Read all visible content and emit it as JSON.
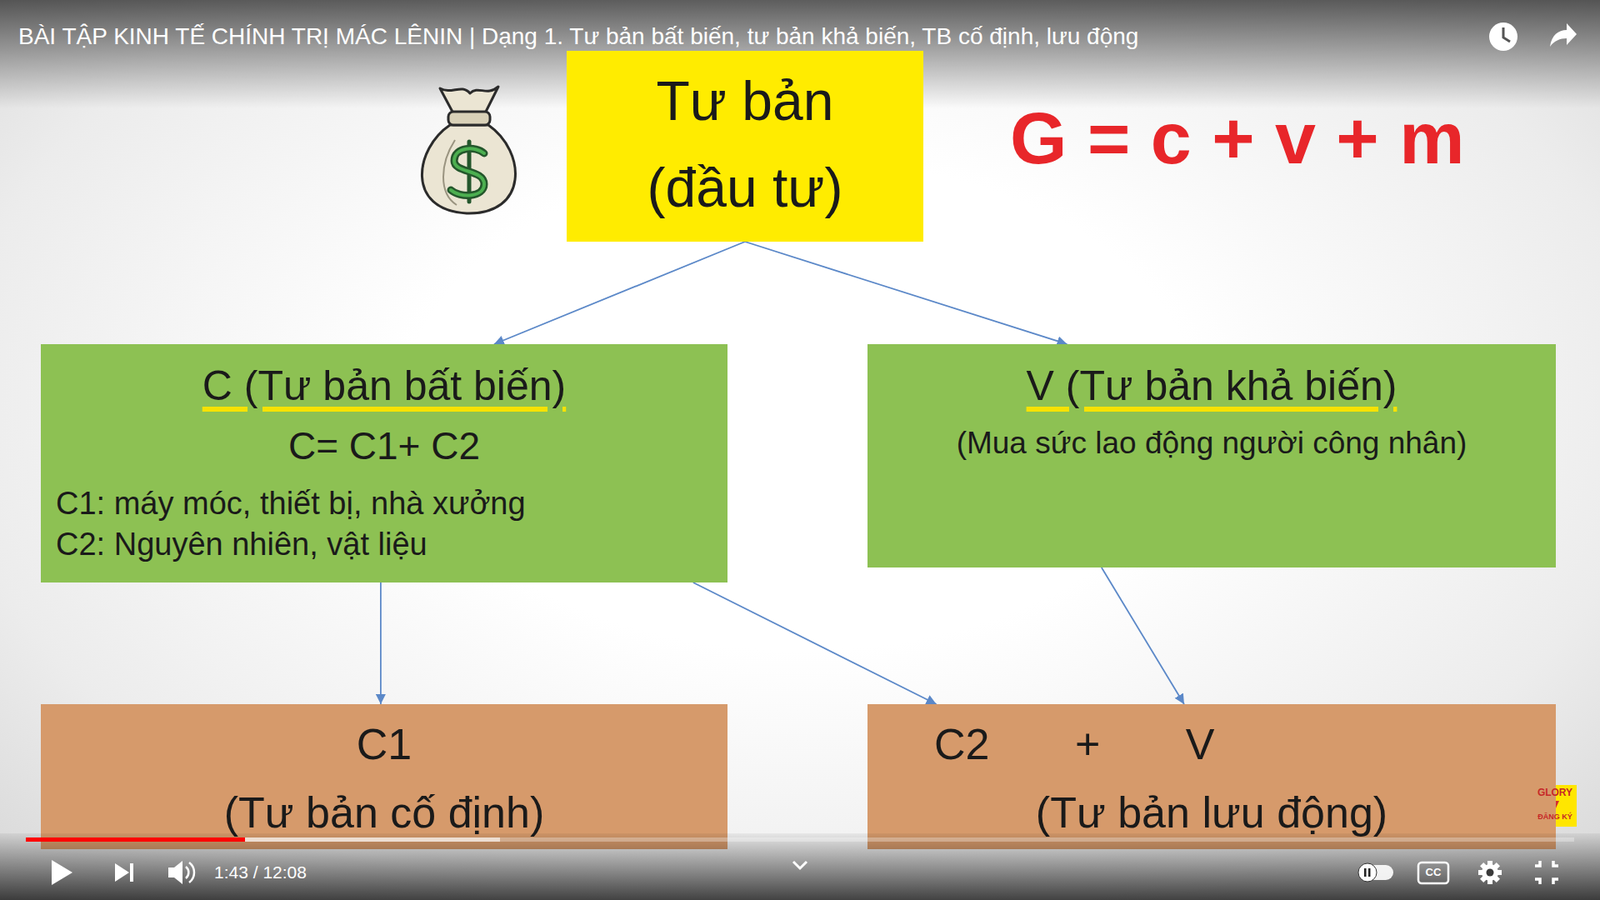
{
  "diagram": {
    "title": "BÀI TẬP KINH TẾ CHÍNH TRỊ MÁC LÊNIN | Dạng 1. Tư bản bất biến, tư bản khả biến, TB cố định, lưu động",
    "nodes": [
      {
        "text": [
          "Tư bản",
          "(đầu tư)"
        ]
      },
      {
        "text": [
          "C (Tư bản bất biến)",
          "C= C1+ C2",
          "C1: máy móc, thiết bị, nhà xưởng",
          "C2: Nguyên nhiên, vật liệu"
        ]
      },
      {
        "text": [
          "V (Tư bản khả biến)",
          "(Mua sức lao động người công nhân)"
        ]
      },
      {
        "text": [
          "C1",
          "(Tư bản cố định)"
        ]
      },
      {
        "text": [
          "C2 + V",
          "(Tư bản lưu động)"
        ]
      }
    ],
    "edges": [
      {
        "from": 0,
        "to": 1,
        "arrow": "to"
      },
      {
        "from": 0,
        "to": 2,
        "arrow": "to"
      },
      {
        "from": 1,
        "to": 3,
        "arrow": "to"
      },
      {
        "from": 1,
        "to": 4,
        "arrow": "to"
      },
      {
        "from": 2,
        "to": 4,
        "arrow": "to"
      }
    ],
    "labels": [
      "G = c + v + m",
      "1:43 / 12:08",
      "CC",
      "GLORY",
      "ĐĂNG KÝ"
    ]
  }
}
